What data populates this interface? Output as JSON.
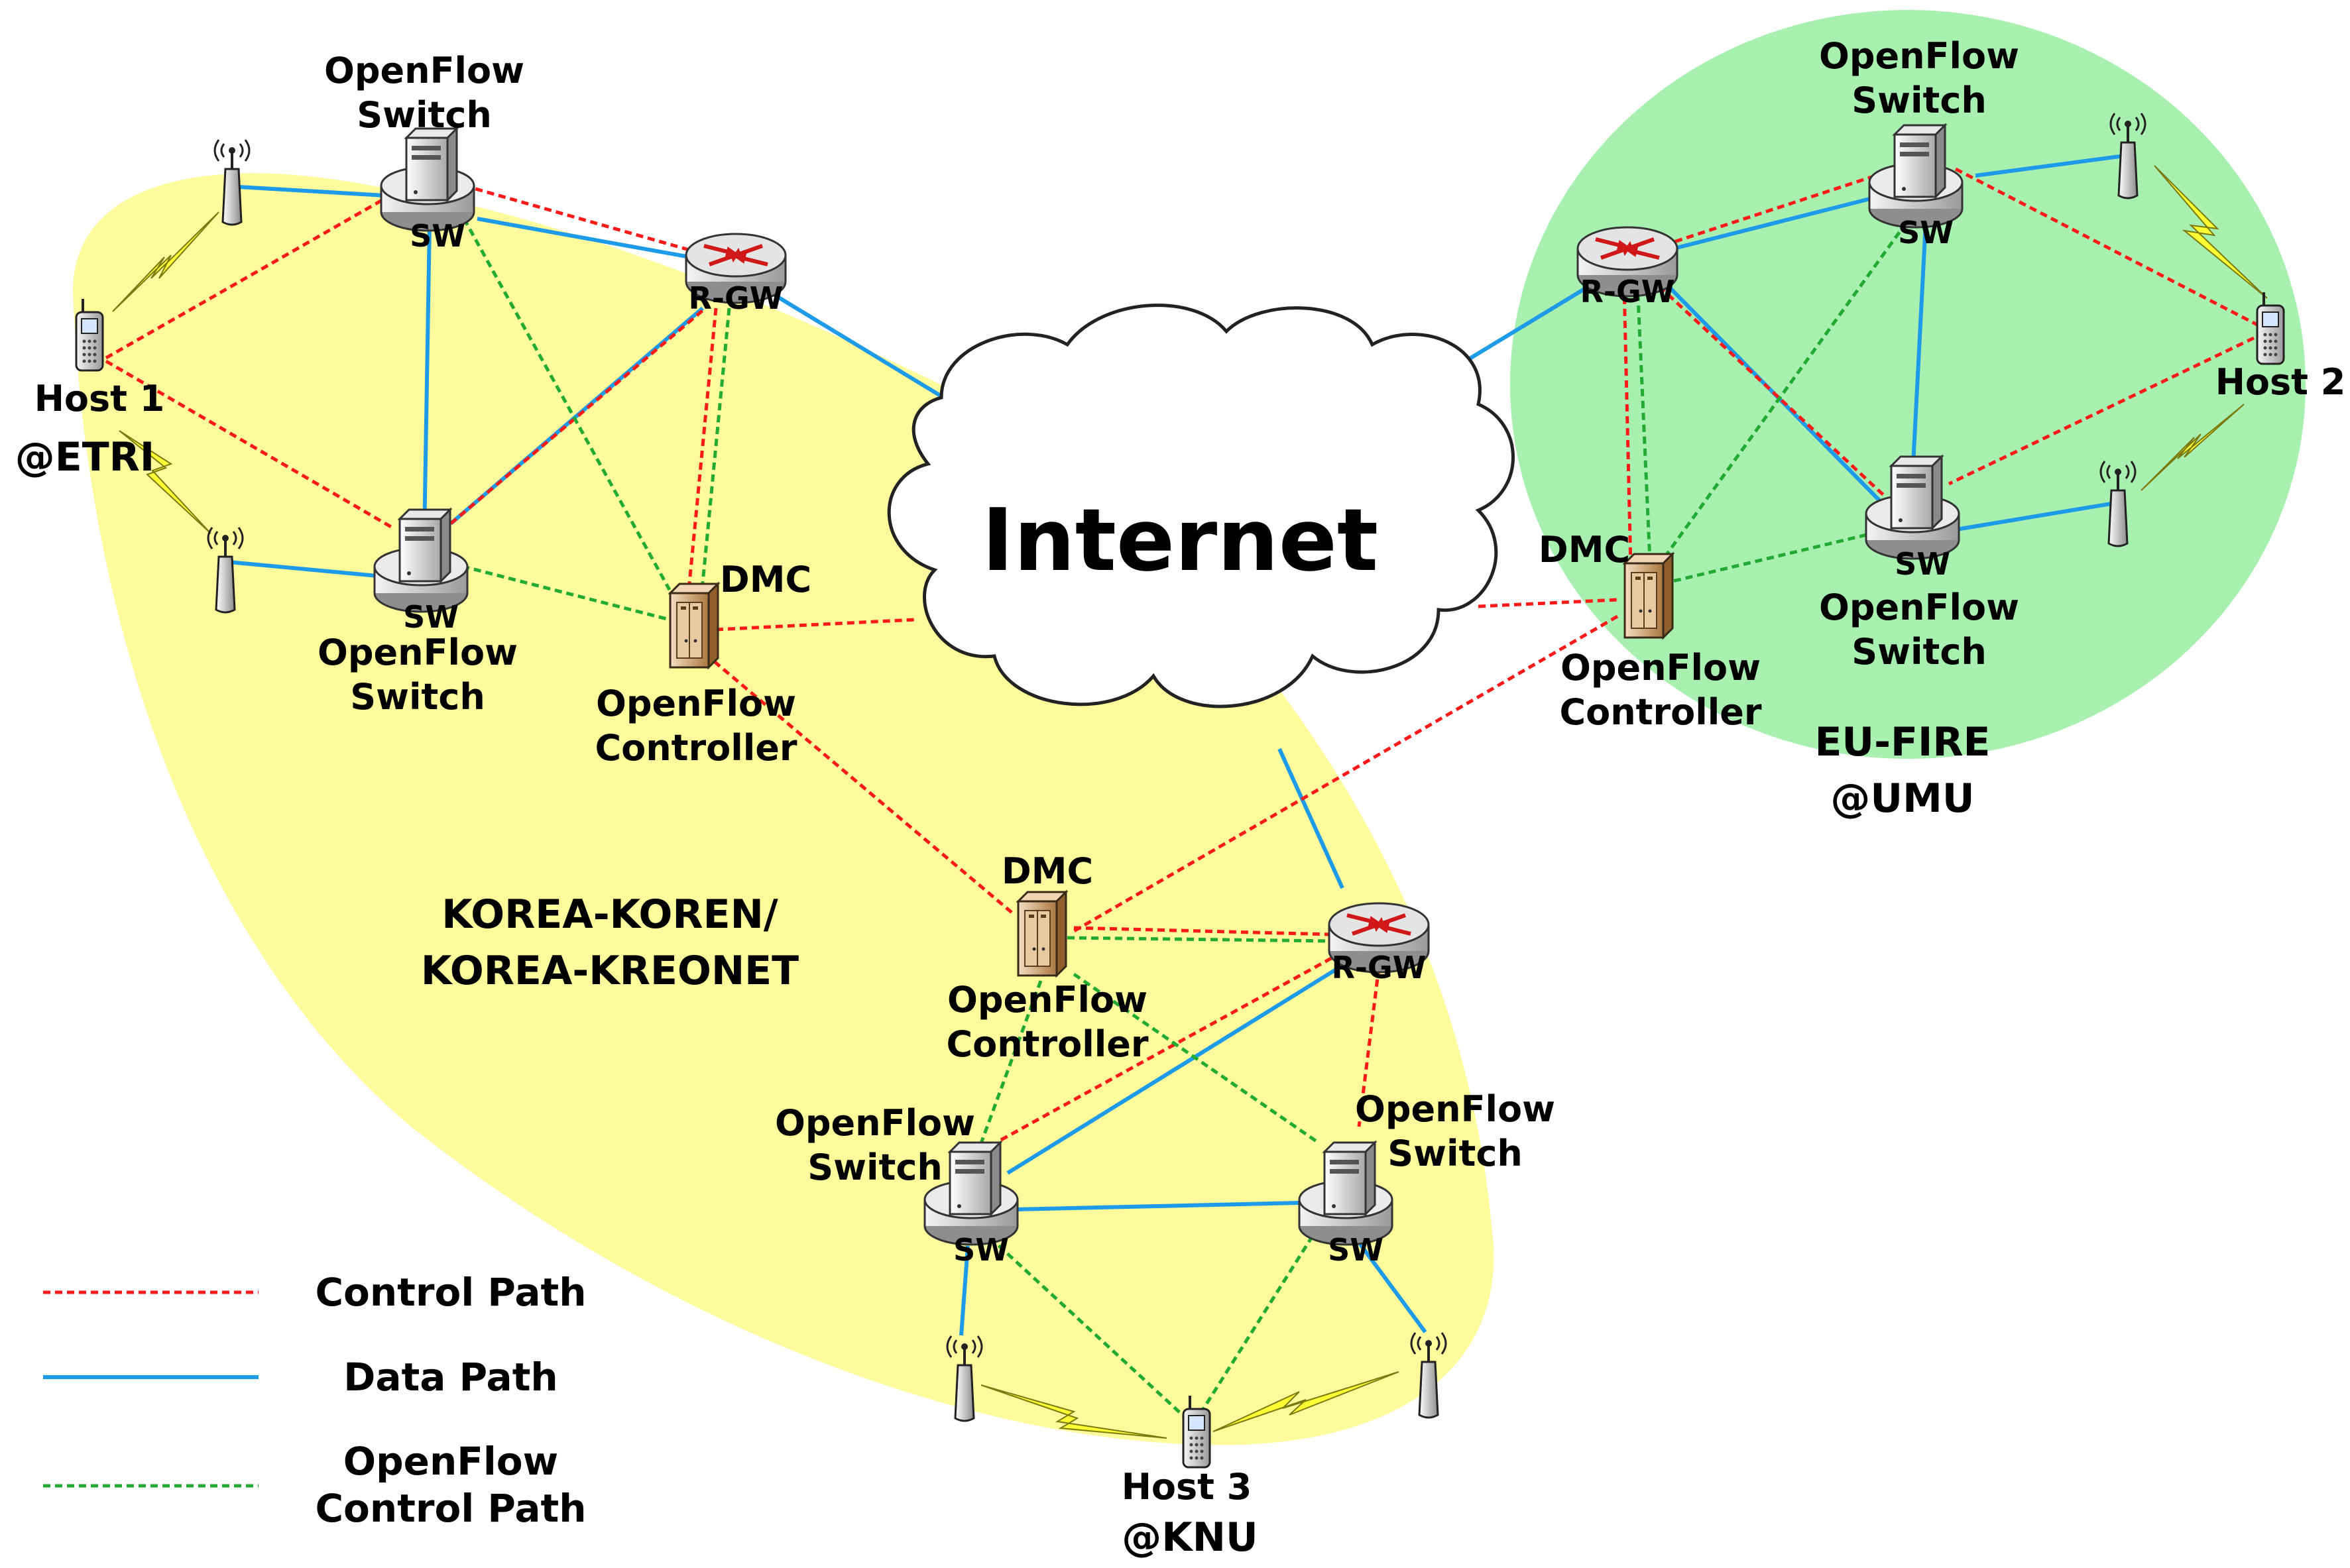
{
  "diagram": {
    "internet_label": "Internet",
    "regions": {
      "korea": {
        "line1": "KOREA-KOREN/",
        "line2": "KOREA-KREONET",
        "fill": "#fdfb9c"
      },
      "eu": {
        "line1": "EU-FIRE",
        "line2": "@UMU",
        "fill": "#a8f0b0"
      }
    },
    "hosts": {
      "host1": {
        "label": "Host 1",
        "site": "@ETRI"
      },
      "host2": {
        "label": "Host 2"
      },
      "host3": {
        "label": "Host 3",
        "site": "@KNU"
      }
    },
    "device_text": {
      "switch_tag": "SW",
      "router_tag": "R-GW",
      "dmc_tag": "DMC"
    },
    "switch_label": {
      "line1": "OpenFlow",
      "line2": "Switch"
    },
    "controller_label": {
      "line1": "OpenFlow",
      "line2": "Controller"
    },
    "legend": {
      "control_path": "Control Path",
      "data_path": "Data Path",
      "openflow_control_path_line1": "OpenFlow",
      "openflow_control_path_line2": "Control Path"
    },
    "colors": {
      "control_path": "#ff1a1a",
      "data_path": "#1e9be8",
      "openflow_control_path": "#22aa33"
    }
  }
}
